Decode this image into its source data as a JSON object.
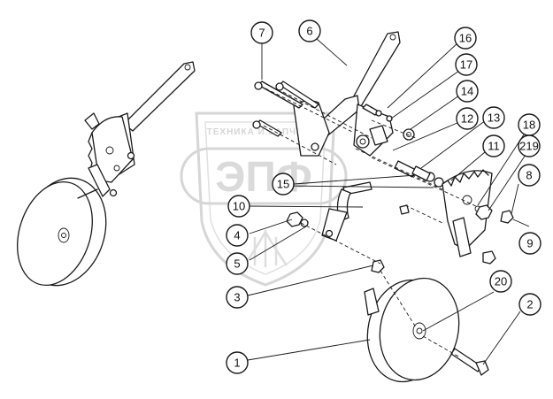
{
  "watermark": {
    "text": "ТЕХНИКА И ЗАПЧАСТИ",
    "logo": "ЭПФ",
    "color": "#b5b5b5"
  },
  "callouts": [
    {
      "label": "1"
    },
    {
      "label": "2"
    },
    {
      "label": "3"
    },
    {
      "label": "4"
    },
    {
      "label": "5"
    },
    {
      "label": "6"
    },
    {
      "label": "7"
    },
    {
      "label": "8"
    },
    {
      "label": "9"
    },
    {
      "label": "10"
    },
    {
      "label": "11"
    },
    {
      "label": "12"
    },
    {
      "label": "13"
    },
    {
      "label": "14"
    },
    {
      "label": "15"
    },
    {
      "label": "16"
    },
    {
      "label": "17"
    },
    {
      "label": "18"
    },
    {
      "label": "219"
    },
    {
      "label": "20"
    }
  ]
}
